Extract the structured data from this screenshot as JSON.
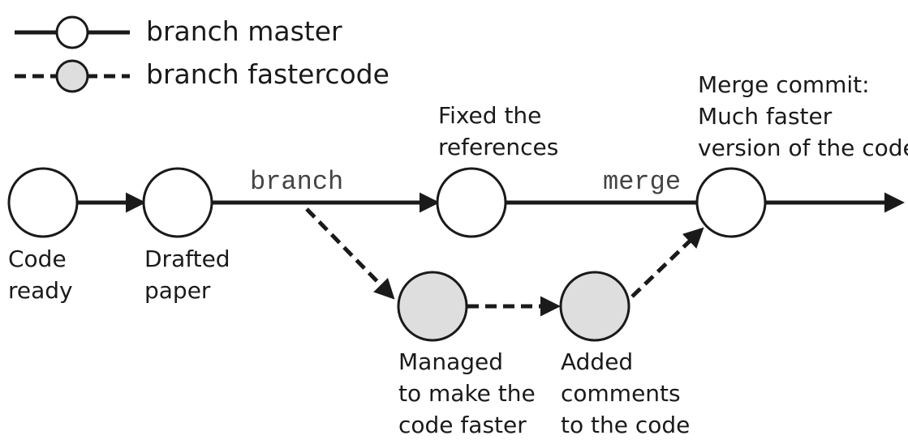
{
  "colors": {
    "line": "#1a1a1a",
    "master_fill": "#ffffff",
    "fastercode_fill": "#dedede"
  },
  "legend": {
    "master": "branch master",
    "fastercode": "branch fastercode"
  },
  "edge_labels": {
    "branch": "branch",
    "merge": "merge"
  },
  "commits": {
    "code_ready": [
      "Code",
      "ready"
    ],
    "drafted_paper": [
      "Drafted",
      "paper"
    ],
    "fixed_references": [
      "Fixed the",
      "references"
    ],
    "merge_commit": [
      "Merge commit:",
      "Much faster",
      "version of the code"
    ],
    "managed_faster": [
      "Managed",
      "to make the",
      "code faster"
    ],
    "added_comments": [
      "Added",
      "comments",
      "to the code"
    ]
  }
}
